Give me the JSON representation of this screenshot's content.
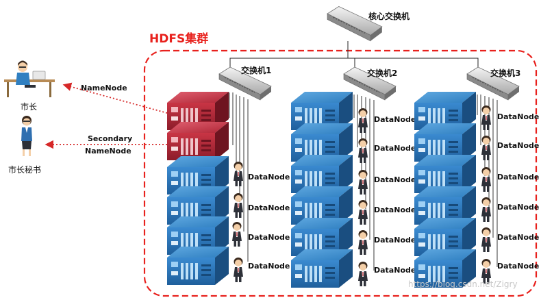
{
  "cluster": {
    "title": "HDFS集群",
    "border_color": "#e8211d",
    "title_color": "#e8211d"
  },
  "core_switch": {
    "label": "核心交换机"
  },
  "switches": [
    {
      "label": "交换机1"
    },
    {
      "label": "交换机2"
    },
    {
      "label": "交换机3"
    }
  ],
  "people": {
    "mayor": "市长",
    "secretary": "市长秘书"
  },
  "arrows": {
    "namenode": "NameNode",
    "secondary_line1": "Secondary",
    "secondary_line2": "NameNode"
  },
  "racks": [
    {
      "datanode_label": "DataNode",
      "master_servers": 2,
      "datanodes": 4
    },
    {
      "datanode_label": "DataNode",
      "master_servers": 0,
      "datanodes": 6
    },
    {
      "datanode_label": "DataNode",
      "master_servers": 0,
      "datanodes": 6
    }
  ],
  "colors": {
    "server_blue": "#2f7fc1",
    "server_red": "#c62f3f",
    "arrow": "#d62828"
  },
  "watermark": "https://blog.csdn.net/Zigry"
}
